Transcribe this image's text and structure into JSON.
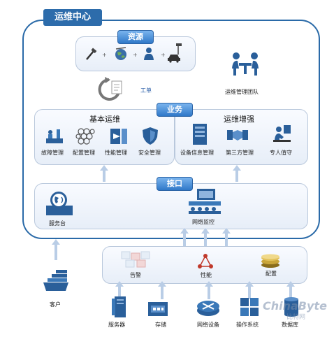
{
  "title": "运维中心",
  "resources": {
    "pill": "资源",
    "plus": "+",
    "icons": [
      "tool-icon",
      "globe-icon",
      "person-icon",
      "car-icon"
    ]
  },
  "work_order": "工单",
  "team": "运维管理团队",
  "business": {
    "pill": "业务",
    "basic": {
      "heading": "基本运维",
      "items": [
        "故障管理",
        "配置管理",
        "性能管理",
        "安全管理"
      ]
    },
    "enhanced": {
      "heading": "运维增强",
      "items": [
        "设备信息管理",
        "第三方管理",
        "专人值守"
      ]
    }
  },
  "interface": {
    "pill": "接口",
    "left": "服务台",
    "right": "网络监控"
  },
  "collection": {
    "items": [
      "告警",
      "性能",
      "配置"
    ]
  },
  "customer": "客户",
  "devices": [
    "服务器",
    "存储",
    "网络设备",
    "操作系统",
    "数据库"
  ],
  "watermark": "ChinaByte",
  "watermark_sub": "比特网",
  "colors": {
    "frame": "#2a6aa8",
    "pill": "#2f78c8",
    "arrow": "#b9cde6"
  }
}
